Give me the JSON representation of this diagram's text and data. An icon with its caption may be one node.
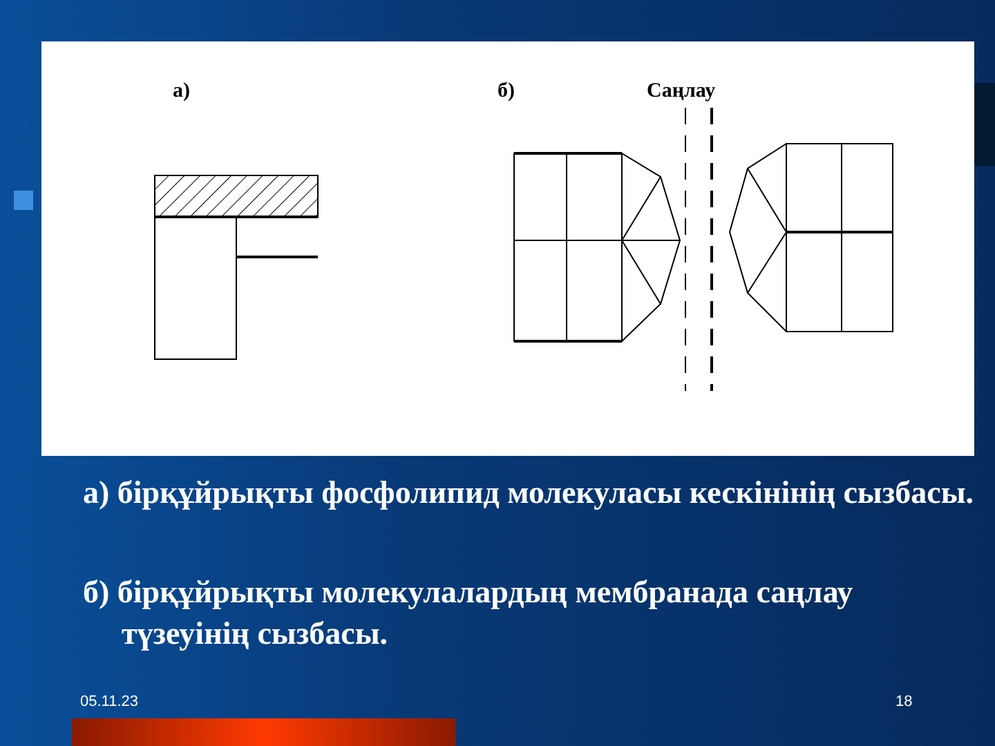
{
  "diagram": {
    "labels": [
      "а)",
      "б)",
      "Саңлау",
      "а) бірқұйрықты фосфолипид молекуласы кескінінің сызбасы.",
      "б) бірқұйрықты молекулалардың мембранада саңлау түзеуінің сызбасы.",
      "05.11.23",
      "18"
    ]
  }
}
